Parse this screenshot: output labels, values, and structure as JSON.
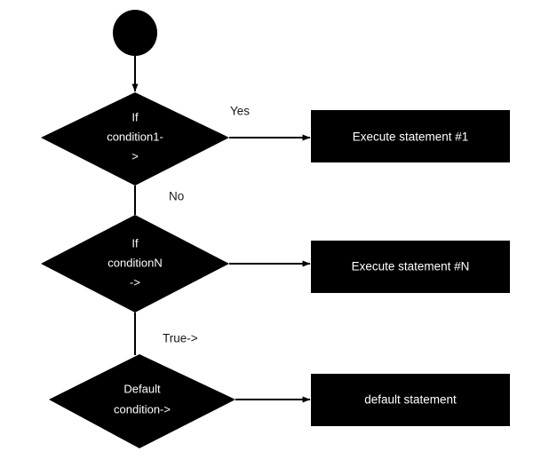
{
  "diagram": {
    "title": "switch-case flowchart",
    "background_color": "#ffffff",
    "shape_fill_color": "#000000",
    "shape_text_color": "#ffffff",
    "edge_color": "#000000",
    "edge_label_color": "#1a1a1a"
  },
  "nodes": {
    "start": {
      "type": "start-circle",
      "label": ""
    },
    "decision1": {
      "type": "decision-diamond",
      "lines": [
        "If",
        "condition1-",
        ">"
      ],
      "line1": "If",
      "line2": "condition1-",
      "line3": ">"
    },
    "decisionN": {
      "type": "decision-diamond",
      "lines": [
        "If",
        "conditionN",
        "->"
      ],
      "line1": "If",
      "line2": "conditionN",
      "line3": "->"
    },
    "decision_default": {
      "type": "decision-diamond",
      "lines": [
        "Default",
        "condition->"
      ],
      "line1": "Default",
      "line2": "condition->"
    },
    "process1": {
      "type": "process-box",
      "label": "Execute statement #1"
    },
    "processN": {
      "type": "process-box",
      "label": "Execute statement #N"
    },
    "process_default": {
      "type": "process-box",
      "label": "default statement"
    }
  },
  "edges": {
    "start_to_decision1": {
      "label": ""
    },
    "decision1_to_process1": {
      "label": "Yes"
    },
    "decision1_to_decisionN": {
      "label": "No"
    },
    "decisionN_to_processN": {
      "label": ""
    },
    "decisionN_to_default": {
      "label": "True->"
    },
    "default_to_process_default": {
      "label": ""
    }
  }
}
